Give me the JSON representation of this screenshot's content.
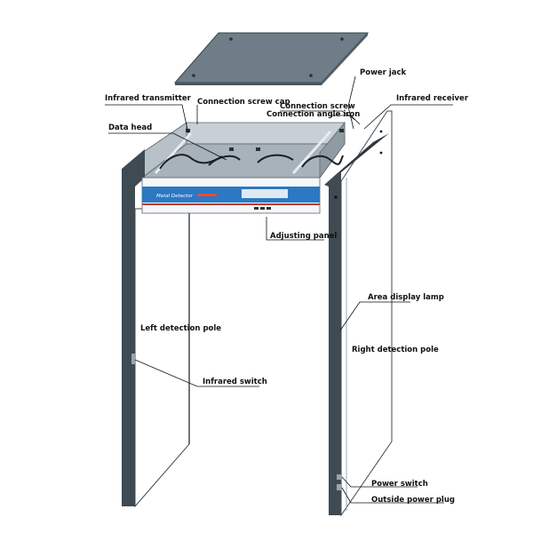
{
  "labels": {
    "infrared_transmitter": "Infrared transmitter",
    "connection_screw_cap": "Connection screw cap",
    "connection_screw": "Connection screw",
    "connection_angle_iron": "Connection angle iron",
    "power_jack": "Power jack",
    "infrared_receiver": "Infrared receiver",
    "data_head": "Data head",
    "adjusting_panel": "Adjusting panel",
    "area_display_lamp": "Area display lamp",
    "left_detection_pole": "Left detection pole",
    "right_detection_pole": "Right detection pole",
    "infrared_switch": "Infrared switch",
    "power_switch": "Power switch",
    "outside_power_plug": "Outside power plug"
  },
  "panel": {
    "brand_text": "Metal Detector"
  },
  "colors": {
    "pole_edge": "#3f4a52",
    "pole_face": "#ffffff",
    "lid_fill": "#6e7d87",
    "panel_band": "#2c78c2",
    "panel_stripe": "#c0392b",
    "box_fill": "#a7b2ba"
  }
}
